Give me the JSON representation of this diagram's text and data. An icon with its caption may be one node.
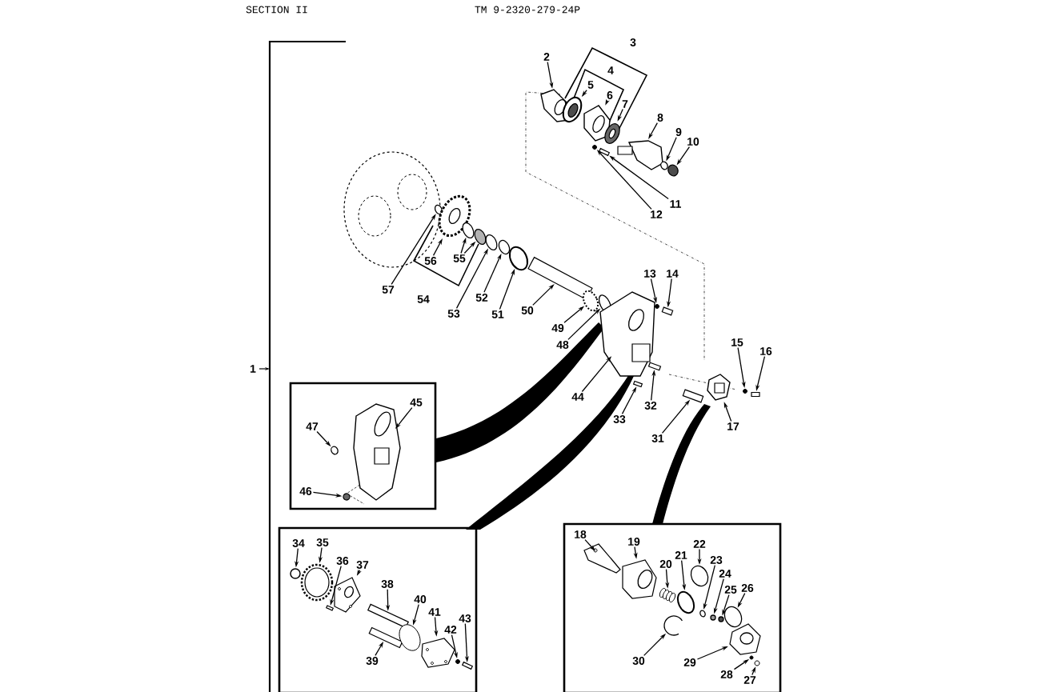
{
  "diagram": {
    "nodes": [
      {
        "text": [
          "2"
        ]
      },
      {
        "text": [
          "5"
        ]
      },
      {
        "text": [
          "6"
        ]
      },
      {
        "text": [
          "7"
        ]
      },
      {
        "text": [
          "8"
        ]
      },
      {
        "text": [
          "9"
        ]
      },
      {
        "text": [
          "10"
        ]
      },
      {
        "text": [
          "11"
        ]
      },
      {
        "text": [
          "12"
        ]
      },
      {
        "text": [
          "13"
        ]
      },
      {
        "text": [
          "14"
        ]
      },
      {
        "text": [
          "57"
        ]
      },
      {
        "text": [
          "56"
        ]
      },
      {
        "text": [
          "55"
        ]
      },
      {
        "text": [
          "53"
        ]
      },
      {
        "text": [
          "52"
        ]
      },
      {
        "text": [
          "51"
        ]
      },
      {
        "text": [
          "50"
        ]
      },
      {
        "text": [
          "49"
        ]
      },
      {
        "text": [
          "48"
        ]
      },
      {
        "text": [
          "44"
        ]
      },
      {
        "text": [
          "32"
        ]
      },
      {
        "text": [
          "33"
        ]
      },
      {
        "text": [
          "31"
        ]
      },
      {
        "text": [
          "15"
        ]
      },
      {
        "text": [
          "16"
        ]
      },
      {
        "text": [
          "17"
        ]
      },
      {
        "text": [],
        "shape": "box"
      },
      {
        "text": [
          "45"
        ],
        "in": 27
      },
      {
        "text": [
          "47"
        ],
        "in": 27
      },
      {
        "text": [
          "46"
        ],
        "in": 27
      },
      {
        "text": [],
        "shape": "box"
      },
      {
        "text": [
          "34"
        ],
        "in": 31
      },
      {
        "text": [
          "35"
        ],
        "in": 31
      },
      {
        "text": [
          "36"
        ],
        "in": 31
      },
      {
        "text": [
          "37"
        ],
        "in": 31
      },
      {
        "text": [
          "38"
        ],
        "in": 31
      },
      {
        "text": [
          "39"
        ],
        "in": 31
      },
      {
        "text": [
          "40"
        ],
        "in": 31
      },
      {
        "text": [
          "41"
        ],
        "in": 31
      },
      {
        "text": [
          "42"
        ],
        "in": 31
      },
      {
        "text": [
          "43"
        ],
        "in": 31
      },
      {
        "text": [],
        "shape": "box"
      },
      {
        "text": [
          "18"
        ],
        "in": 42
      },
      {
        "text": [
          "19"
        ],
        "in": 42
      },
      {
        "text": [
          "20"
        ],
        "in": 42
      },
      {
        "text": [
          "21"
        ],
        "in": 42
      },
      {
        "text": [
          "22"
        ],
        "in": 42
      },
      {
        "text": [
          "23"
        ],
        "in": 42
      },
      {
        "text": [
          "24"
        ],
        "in": 42
      },
      {
        "text": [
          "25"
        ],
        "in": 42
      },
      {
        "text": [
          "26"
        ],
        "in": 42
      },
      {
        "text": [
          "30"
        ],
        "in": 42
      },
      {
        "text": [
          "29"
        ],
        "in": 42
      },
      {
        "text": [
          "28"
        ],
        "in": 42
      },
      {
        "text": [
          "27"
        ],
        "in": 42
      },
      {
        "text": [],
        "shape": "picture"
      },
      {
        "text": [],
        "shape": "picture"
      },
      {
        "text": [],
        "shape": "picture"
      },
      {
        "text": [],
        "shape": "picture"
      },
      {
        "text": [],
        "shape": "picture"
      },
      {
        "text": [],
        "shape": "circle"
      },
      {
        "text": [],
        "shape": "circle"
      },
      {
        "text": [],
        "shape": "box"
      },
      {
        "text": [],
        "shape": "circle"
      },
      {
        "text": [],
        "shape": "circle"
      },
      {
        "text": [],
        "shape": "box"
      },
      {
        "text": [],
        "shape": "circle"
      },
      {
        "text": [],
        "shape": "picture"
      },
      {
        "text": [],
        "shape": "circle"
      },
      {
        "text": [],
        "shape": "circle"
      },
      {
        "text": [],
        "shape": "circle"
      },
      {
        "text": [],
        "shape": "circle"
      },
      {
        "text": [],
        "shape": "circle"
      },
      {
        "text": [],
        "shape": "box"
      },
      {
        "text": [],
        "shape": "circle"
      },
      {
        "text": [],
        "shape": "circle"
      },
      {
        "text": [],
        "shape": "picture"
      },
      {
        "text": [],
        "shape": "box"
      },
      {
        "text": [],
        "shape": "box"
      },
      {
        "text": [],
        "shape": "box"
      },
      {
        "text": [],
        "shape": "circle"
      },
      {
        "text": [],
        "shape": "box"
      },
      {
        "text": [],
        "shape": "picture"
      },
      {
        "text": [],
        "shape": "picture",
        "in": 27
      },
      {
        "text": [],
        "shape": "circle",
        "in": 27
      },
      {
        "text": [],
        "shape": "circle",
        "in": 27
      },
      {
        "text": [],
        "shape": "circle",
        "in": 31
      },
      {
        "text": [],
        "shape": "picture",
        "in": 31
      },
      {
        "text": [],
        "shape": "box",
        "in": 31
      },
      {
        "text": [],
        "shape": "picture",
        "in": 31
      },
      {
        "text": [],
        "shape": "box",
        "in": 31
      },
      {
        "text": [],
        "shape": "box",
        "in": 31
      },
      {
        "text": [],
        "shape": "circle",
        "in": 31
      },
      {
        "text": [],
        "shape": "picture",
        "in": 31
      },
      {
        "text": [],
        "shape": "circle",
        "in": 31
      },
      {
        "text": [],
        "shape": "box",
        "in": 31
      },
      {
        "text": [],
        "shape": "picture",
        "in": 42
      },
      {
        "text": [],
        "shape": "picture",
        "in": 42
      },
      {
        "text": [],
        "shape": "picture",
        "in": 42
      },
      {
        "text": [],
        "shape": "circle",
        "in": 42
      },
      {
        "text": [],
        "shape": "circle",
        "in": 42
      },
      {
        "text": [],
        "shape": "circle",
        "in": 42
      },
      {
        "text": [],
        "shape": "circle",
        "in": 42
      },
      {
        "text": [],
        "shape": "circle",
        "in": 42
      },
      {
        "text": [],
        "shape": "circle",
        "in": 42
      },
      {
        "text": [],
        "shape": "picture",
        "in": 42
      },
      {
        "text": [],
        "shape": "picture",
        "in": 42
      },
      {
        "text": [],
        "shape": "circle",
        "in": 42
      },
      {
        "text": [],
        "shape": "circle",
        "in": 42
      }
    ],
    "edges": [
      {
        "from": 0,
        "to": 56,
        "arrow": "to"
      },
      {
        "from": 1,
        "to": 57,
        "arrow": "to"
      },
      {
        "from": 2,
        "to": 58,
        "arrow": "to"
      },
      {
        "from": 3,
        "to": 59,
        "arrow": "to"
      },
      {
        "from": 4,
        "to": 60,
        "arrow": "to"
      },
      {
        "from": 5,
        "to": 61,
        "arrow": "to"
      },
      {
        "from": 6,
        "to": 62,
        "arrow": "to"
      },
      {
        "from": 7,
        "to": 63,
        "arrow": "to"
      },
      {
        "from": 8,
        "to": 64,
        "arrow": "to"
      },
      {
        "from": 9,
        "to": 65,
        "arrow": "to"
      },
      {
        "from": 10,
        "to": 66,
        "arrow": "to"
      },
      {
        "from": 11,
        "to": 67,
        "arrow": "to"
      },
      {
        "from": 12,
        "to": 68,
        "arrow": "to"
      },
      {
        "from": 13,
        "to": 69,
        "arrow": "to"
      },
      {
        "from": 13,
        "to": 70,
        "arrow": "to"
      },
      {
        "from": 14,
        "to": 71,
        "arrow": "to"
      },
      {
        "from": 15,
        "to": 72,
        "arrow": "to"
      },
      {
        "from": 16,
        "to": 73,
        "arrow": "to"
      },
      {
        "from": 17,
        "to": 74,
        "arrow": "to"
      },
      {
        "from": 18,
        "to": 75,
        "arrow": "to"
      },
      {
        "from": 19,
        "to": 76,
        "arrow": "to"
      },
      {
        "from": 20,
        "to": 77,
        "arrow": "to"
      },
      {
        "from": 21,
        "to": 78,
        "arrow": "to"
      },
      {
        "from": 22,
        "to": 79,
        "arrow": "to"
      },
      {
        "from": 23,
        "to": 80,
        "arrow": "to"
      },
      {
        "from": 24,
        "to": 81,
        "arrow": "to"
      },
      {
        "from": 25,
        "to": 82,
        "arrow": "to"
      },
      {
        "from": 26,
        "to": 83,
        "arrow": "to"
      },
      {
        "from": 28,
        "to": 84,
        "arrow": "to"
      },
      {
        "from": 29,
        "to": 85,
        "arrow": "to"
      },
      {
        "from": 30,
        "to": 86,
        "arrow": "to"
      },
      {
        "from": 32,
        "to": 87,
        "arrow": "to"
      },
      {
        "from": 33,
        "to": 88,
        "arrow": "to"
      },
      {
        "from": 34,
        "to": 89,
        "arrow": "to"
      },
      {
        "from": 35,
        "to": 90,
        "arrow": "to"
      },
      {
        "from": 36,
        "to": 91,
        "arrow": "to"
      },
      {
        "from": 37,
        "to": 92,
        "arrow": "to"
      },
      {
        "from": 38,
        "to": 93,
        "arrow": "to"
      },
      {
        "from": 39,
        "to": 94,
        "arrow": "to"
      },
      {
        "from": 40,
        "to": 95,
        "arrow": "to"
      },
      {
        "from": 41,
        "to": 96,
        "arrow": "to"
      },
      {
        "from": 43,
        "to": 97,
        "arrow": "to"
      },
      {
        "from": 44,
        "to": 98,
        "arrow": "to"
      },
      {
        "from": 45,
        "to": 99,
        "arrow": "to"
      },
      {
        "from": 46,
        "to": 100,
        "arrow": "to"
      },
      {
        "from": 47,
        "to": 101,
        "arrow": "to"
      },
      {
        "from": 48,
        "to": 102,
        "arrow": "to"
      },
      {
        "from": 49,
        "to": 103,
        "arrow": "to"
      },
      {
        "from": 50,
        "to": 104,
        "arrow": "to"
      },
      {
        "from": 51,
        "to": 105,
        "arrow": "to"
      },
      {
        "from": 52,
        "to": 106,
        "arrow": "to"
      },
      {
        "from": 53,
        "to": 107,
        "arrow": "to"
      },
      {
        "from": 54,
        "to": 108,
        "arrow": "to"
      },
      {
        "from": 55,
        "to": 109,
        "arrow": "to"
      }
    ],
    "labels": [
      "SECTION II",
      "TM 9-2320-279-24P",
      "1",
      "3",
      "4",
      "54"
    ]
  }
}
